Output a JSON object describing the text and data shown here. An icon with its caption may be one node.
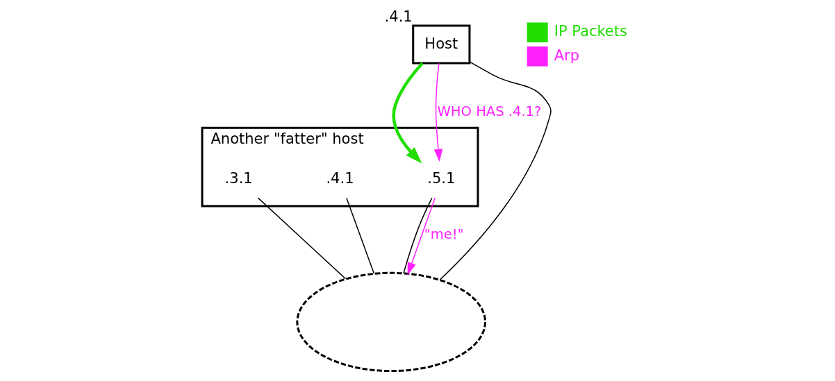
{
  "diagram": {
    "nodes": [
      {
        "text": [
          "Another \"fatter\" host"
        ]
      },
      {
        "text": [
          ".3.1"
        ],
        "in": 0
      },
      {
        "text": [
          ".4.1"
        ],
        "in": 0
      },
      {
        "text": [
          ".5.1"
        ],
        "in": 0
      },
      {
        "text": [
          "Host"
        ],
        "beside": [
          ".4.1"
        ]
      },
      {
        "text": [],
        "shape": "cloud"
      }
    ],
    "edges": [
      {
        "from": 4,
        "to": 5,
        "arrow": "none"
      },
      {
        "from": 1,
        "to": 5,
        "arrow": "none"
      },
      {
        "from": 2,
        "to": 5,
        "arrow": "none"
      },
      {
        "from": 3,
        "to": 5,
        "arrow": "none"
      },
      {
        "from": 4,
        "to": 3,
        "arrow": "to",
        "style": "thick",
        "color": "#22dd00"
      },
      {
        "from": 4,
        "to": 3,
        "arrow": "to",
        "label": "WHO HAS .4.1?",
        "color": "#ff22ff"
      },
      {
        "from": 3,
        "to": 5,
        "arrow": "to",
        "label": "\"me!\"",
        "color": "#ff22ff"
      }
    ],
    "legend": [
      {
        "text": "IP Packets",
        "color": "#22dd00"
      },
      {
        "text": "Arp",
        "color": "#ff22ff"
      }
    ]
  }
}
